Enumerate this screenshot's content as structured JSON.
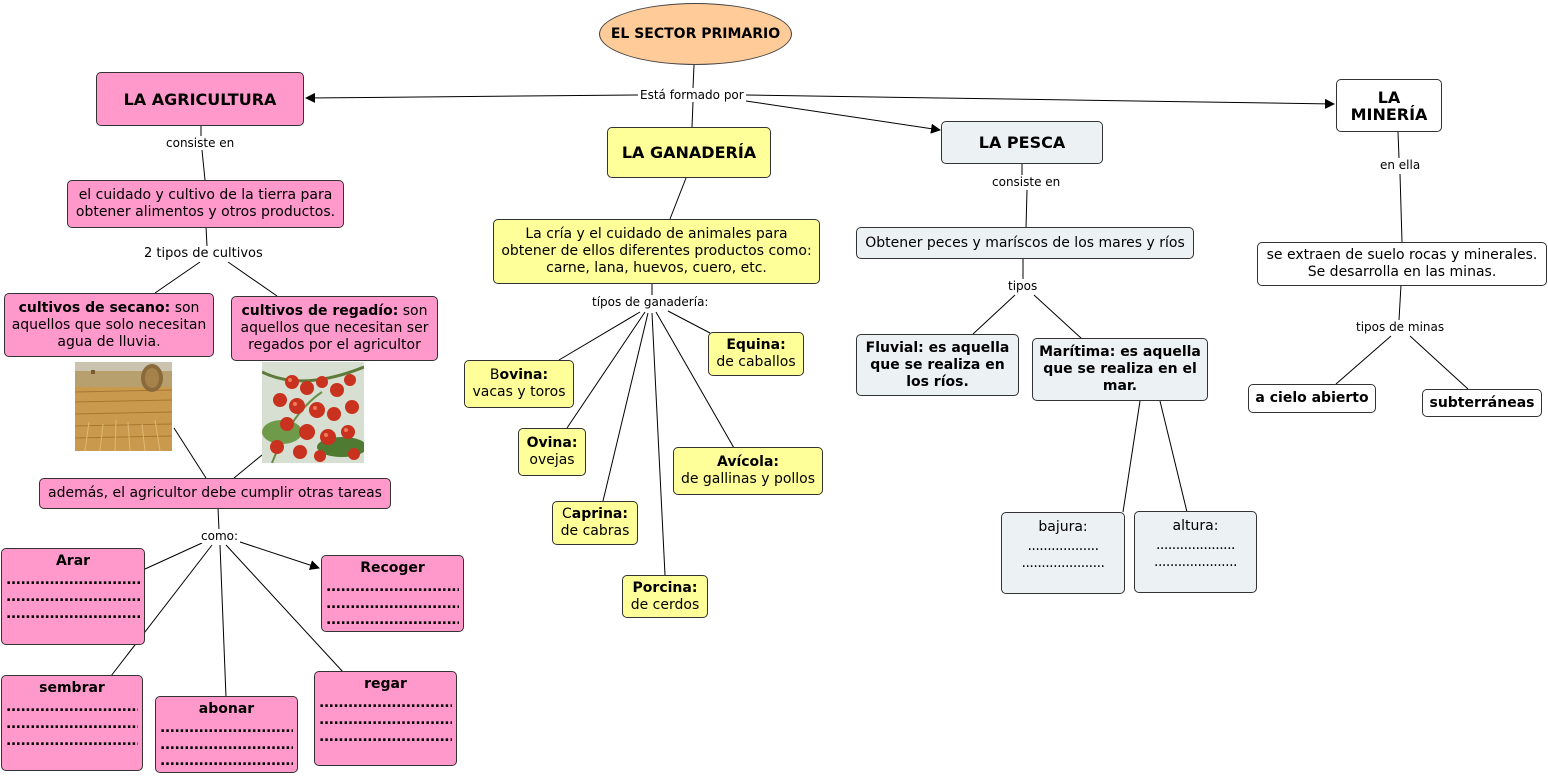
{
  "root": "EL SECTOR PRIMARIO",
  "root_link": "Está formado por",
  "agricultura": {
    "title": "LA AGRICULTURA",
    "link1": "consiste en",
    "def": "el cuidado y cultivo de la tierra para obtener alimentos y otros productos.",
    "link2": "2 tipos de cultivos",
    "secano_bold": "cultivos de secano:",
    "secano_text": "son aquellos que solo necesitan agua de lluvia.",
    "regadio_bold": "cultivos de regadío:",
    "regadio_text": "son aquellos que necesitan ser regados por el agricultor",
    "tareas": "además, el agricultor debe cumplir otras tareas",
    "link3": "como:",
    "tasks": {
      "arar": "Arar",
      "recoger": "Recoger",
      "sembrar": "sembrar",
      "abonar": "abonar",
      "regar": "regar"
    },
    "dotline": "............................"
  },
  "ganaderia": {
    "title": "LA GANADERÍA",
    "def": "La cría y el cuidado de animales para obtener de ellos diferentes productos como: carne, lana, huevos, cuero, etc.",
    "link": "típos de ganadería:",
    "bovina_b": "B",
    "bovina_bold": "ovina:",
    "bovina_text": "vacas y toros",
    "ovina_bold": "Ovina:",
    "ovina_text": "ovejas",
    "caprina_c": "C",
    "caprina_bold": "aprina:",
    "caprina_text": "de cabras",
    "porcina_bold": "Porcina:",
    "porcina_text": "de cerdos",
    "equina_bold": "Equina:",
    "equina_text": "de caballos",
    "avicola_bold": "Avícola:",
    "avicola_text": "de gallinas y pollos"
  },
  "pesca": {
    "title": "LA PESCA",
    "link1": "consiste en",
    "def": "Obtener peces y maríscos de los mares y ríos",
    "link2": "tipos",
    "fluvial": "Fluvial: es aquella que se realiza en los ríos.",
    "maritima": "Marítima: es aquella que se realiza en el mar.",
    "bajura": "bajura:",
    "bajura_dots1": "..................",
    "bajura_dots2": ".....................",
    "altura": "altura:",
    "altura_dots1": "....................",
    "altura_dots2": "....................."
  },
  "mineria": {
    "title": "LA MINERÍA",
    "link1": "en ella",
    "def": "se extraen de suelo rocas y minerales. Se desarrolla en las minas.",
    "link2": "tipos de minas",
    "cielo": "a cielo abierto",
    "subterraneas": "subterráneas"
  },
  "colors": {
    "pink": "#ff99cc",
    "yellow": "#ffff99",
    "gray": "#ecf2f4",
    "root": "#ffcc99"
  }
}
